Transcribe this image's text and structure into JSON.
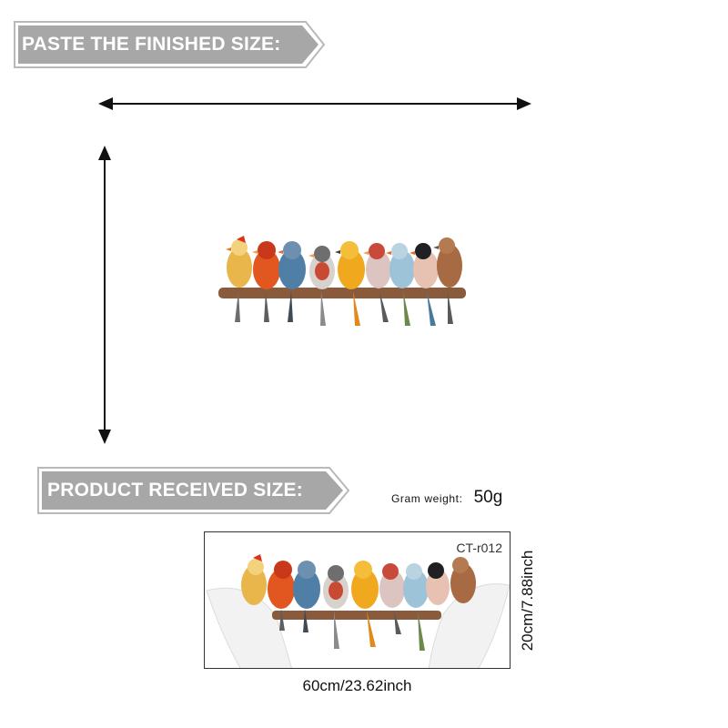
{
  "banners": {
    "paste_label": "PASTE THE FINISHED SIZE:",
    "received_label": "PRODUCT RECEIVED SIZE:",
    "fill_color": "#a7a7a7",
    "outline_color": "#b9b9b9"
  },
  "product": {
    "gram_weight_label": "Gram weight:",
    "gram_weight_value": "50g",
    "code": "CT-r012",
    "width_label": "60cm/23.62inch",
    "height_label": "20cm/7.88inch"
  },
  "icons": {
    "horizontal_arrow": "double-headed-arrow-horizontal",
    "vertical_arrow": "double-headed-arrow-vertical"
  },
  "colors": {
    "branch": "#8a5a3c",
    "birds": [
      "#e8b64a",
      "#e2561f",
      "#4f7fa6",
      "#d7d2cc",
      "#f0a81e",
      "#dcc5c0",
      "#9cc3d8",
      "#1f1f24",
      "#a86a42"
    ]
  }
}
